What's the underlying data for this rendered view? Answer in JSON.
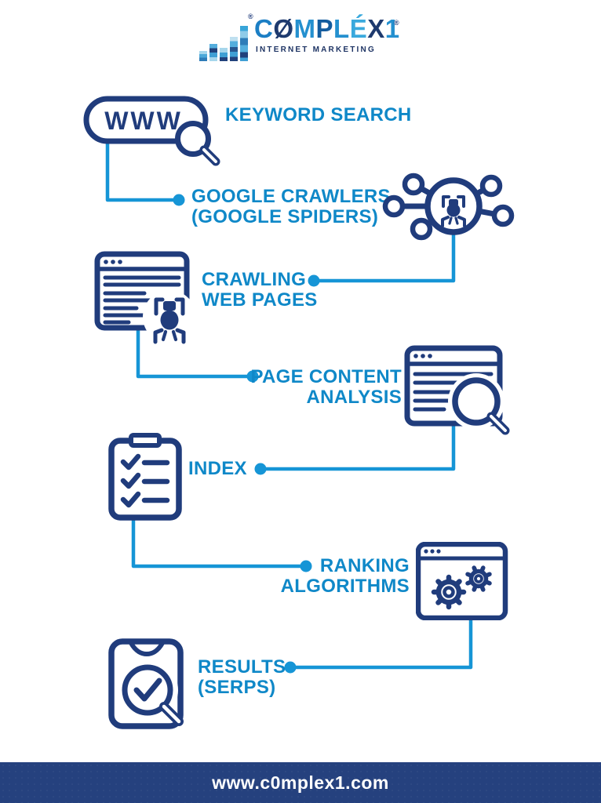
{
  "logo": {
    "brand_name": "C0MPLÉX1",
    "brand_letters": [
      {
        "ch": "C",
        "color": "#1b7ec4"
      },
      {
        "ch": "Ø",
        "color": "#1e3a6e"
      },
      {
        "ch": "M",
        "color": "#2490cf"
      },
      {
        "ch": "P",
        "color": "#135c9e"
      },
      {
        "ch": "L",
        "color": "#2490cf"
      },
      {
        "ch": "É",
        "color": "#3aa9dd"
      },
      {
        "ch": "X",
        "color": "#1e3a6e"
      },
      {
        "ch": "1",
        "color": "#2490cf"
      }
    ],
    "registered": "®",
    "tagline": "INTERNET MARKETING"
  },
  "steps": [
    {
      "label": "KEYWORD SEARCH",
      "label2": "",
      "icon": "www-search-icon"
    },
    {
      "label": "GOOGLE CRAWLERS",
      "label2": "(GOOGLE SPIDERS)",
      "icon": "spider-network-icon"
    },
    {
      "label": "CRAWLING",
      "label2": "WEB PAGES",
      "icon": "browser-spider-icon"
    },
    {
      "label": "PAGE CONTENT",
      "label2": "ANALYSIS",
      "icon": "browser-magnifier-icon"
    },
    {
      "label": "INDEX",
      "label2": "",
      "icon": "clipboard-checklist-icon"
    },
    {
      "label": "RANKING",
      "label2": "ALGORITHMS",
      "icon": "browser-gears-icon"
    },
    {
      "label": "RESULTS",
      "label2": "(SERPS)",
      "icon": "clipboard-magnifier-icon"
    }
  ],
  "icons": {
    "www_text": "WWW"
  },
  "footer": {
    "url": "www.c0mplex1.com"
  },
  "colors": {
    "icon_stroke": "#203c7c",
    "label_blue": "#0f88c8",
    "connector_blue": "#1695d6",
    "footer_bg": "#25417e",
    "logo_navy": "#1e3464"
  }
}
